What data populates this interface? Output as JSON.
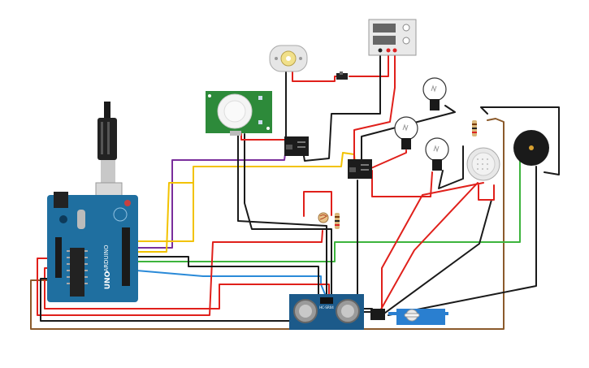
{
  "colors": {
    "wire_red": "#e0201b",
    "wire_black": "#1a1a1a",
    "wire_yellow": "#f2c200",
    "wire_purple": "#7a2e9c",
    "wire_green": "#3db43d",
    "wire_blue": "#2a8ad8",
    "wire_brown": "#8b5a2b",
    "arduino_blue": "#1f6fa0",
    "pir_green": "#2d8a3a",
    "sonar_blue": "#1c5a8a",
    "servo_blue": "#2a7fd0",
    "relay_black": "#1c1c1c"
  },
  "arduino": {
    "logo": "ARDUINO",
    "model": "UNO"
  },
  "sonar": {
    "model": "HC-SR04"
  },
  "icons": [
    "arduino-board",
    "usb-cable",
    "pir-sensor",
    "dc-motor",
    "power-supply",
    "relay-1",
    "relay-2",
    "light-bulb",
    "piezo-speaker",
    "buzzer",
    "ldr-photoresistor",
    "ultrasonic-sensor",
    "servo-motor",
    "slide-switch",
    "resistor"
  ]
}
